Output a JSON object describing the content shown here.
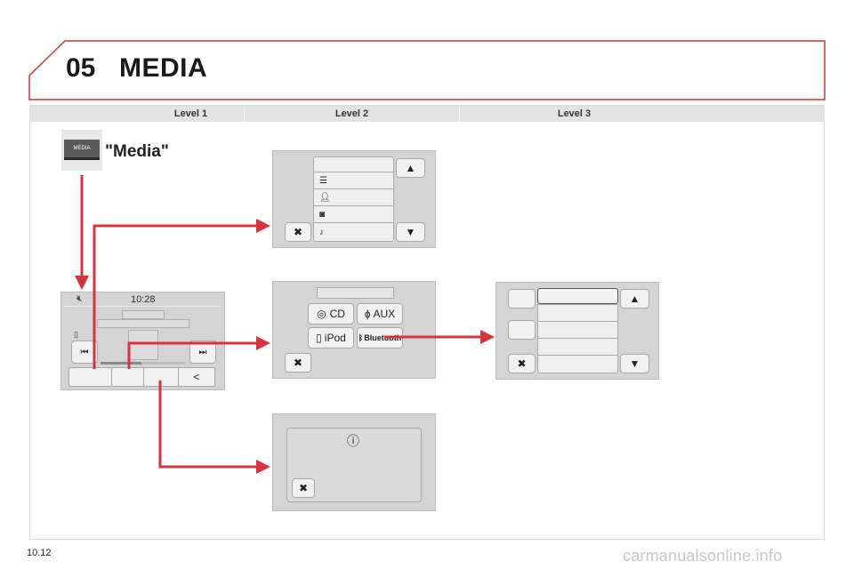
{
  "header": {
    "chapter": "05",
    "title": "MEDIA"
  },
  "levels": [
    "Level 1",
    "Level 2",
    "Level 3"
  ],
  "level1": {
    "media_key_label": "MEDIA",
    "media_caption": "\"Media\"",
    "screen": {
      "clock": "10:28"
    }
  },
  "level2": {
    "source_menu": {
      "cd": "CD",
      "aux": "AUX",
      "ipod": "iPod",
      "bluetooth": "Bluetooth"
    }
  },
  "colors": {
    "arrow": "#d8323e",
    "frame": "#d8323e"
  },
  "footer": {
    "page": "10.12",
    "watermark": "carmanualsonline.info"
  }
}
